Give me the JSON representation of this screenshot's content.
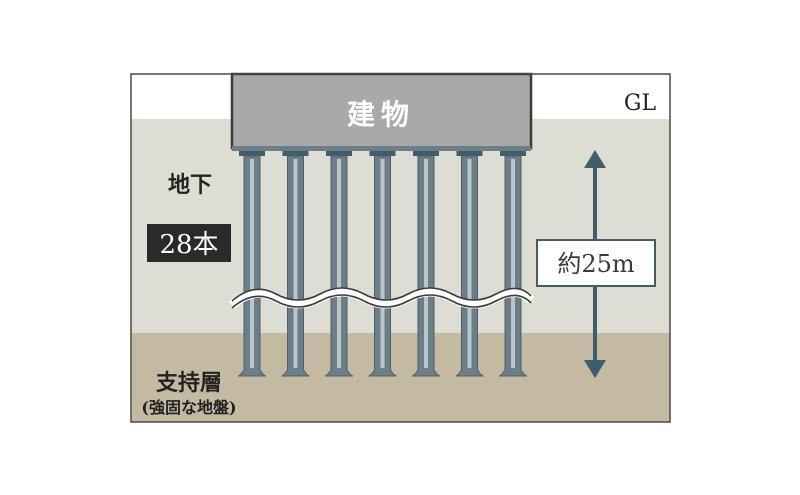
{
  "building_label": "建物",
  "ground_level_label": "GL",
  "underground_label": "地下",
  "pile_count_label": "28本",
  "depth_label": "約25m",
  "bearing_layer_label": "支持層",
  "bearing_layer_note": "(強固な地盤)",
  "pile_count_visible": 7,
  "colors": {
    "soil": "#deddd3",
    "bearing_layer": "#c4b9a1",
    "building": "#a9a9a9",
    "pile": "#6c7e87",
    "pile_highlight": "#b9c6cb",
    "arrow": "#3f5e6a",
    "badge": "#2a2a2a",
    "outline": "#3a3a3a"
  }
}
